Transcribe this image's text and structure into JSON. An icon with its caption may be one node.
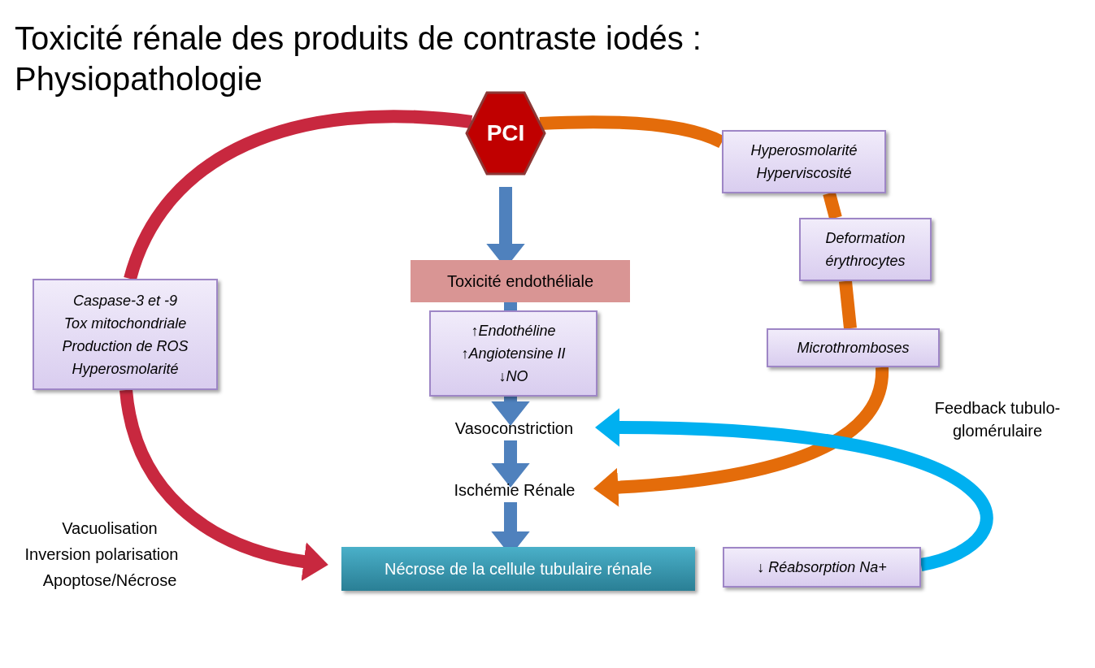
{
  "diagram": {
    "title": "Toxicité rénale des produits de contraste iodés : Physiopathologie",
    "nodes": [
      {
        "text": [
          "PCI"
        ]
      },
      {
        "text": [
          "Toxicité endothéliale"
        ]
      },
      {
        "text": [
          "↑Endothéline",
          "↑Angiotensine II",
          "↓NO"
        ]
      },
      {
        "text": [
          "Vasoconstriction"
        ]
      },
      {
        "text": [
          "Ischémie Rénale"
        ]
      },
      {
        "text": [
          "Nécrose de la cellule tubulaire rénale"
        ]
      },
      {
        "text": [
          "Caspase-3 et -9",
          "Tox mitochondriale",
          "Production de ROS",
          "Hyperosmolarité"
        ]
      },
      {
        "text": [
          "Hyperosmolarité",
          "Hyperviscosité"
        ]
      },
      {
        "text": [
          "Deformation érythrocytes"
        ]
      },
      {
        "text": [
          "Microthromboses"
        ]
      },
      {
        "text": [
          "↓ Réabsorption Na+"
        ]
      }
    ],
    "edges": [
      {
        "from": 0,
        "to": 1,
        "arrow": "to",
        "color": "#4f81bd"
      },
      {
        "from": 1,
        "to": 2,
        "arrow": "none",
        "color": "#4f81bd"
      },
      {
        "from": 2,
        "to": 3,
        "arrow": "to",
        "color": "#4f81bd"
      },
      {
        "from": 3,
        "to": 4,
        "arrow": "to",
        "color": "#4f81bd"
      },
      {
        "from": 4,
        "to": 5,
        "arrow": "to",
        "color": "#4f81bd"
      },
      {
        "from": 0,
        "to": 6,
        "arrow": "none",
        "color": "#c8283f"
      },
      {
        "from": 6,
        "to": 5,
        "arrow": "to",
        "color": "#c8283f"
      },
      {
        "from": 0,
        "to": 7,
        "arrow": "none",
        "color": "#e46c0a"
      },
      {
        "from": 7,
        "to": 8,
        "arrow": "none",
        "color": "#e46c0a"
      },
      {
        "from": 8,
        "to": 9,
        "arrow": "none",
        "color": "#e46c0a"
      },
      {
        "from": 9,
        "to": 4,
        "arrow": "to",
        "color": "#e46c0a"
      },
      {
        "from": 10,
        "to": 3,
        "arrow": "to",
        "color": "#00b0f0",
        "label": "Feedback tubulo-glomérulaire"
      }
    ],
    "labels": [
      "Vacuolisation",
      "Inversion polarisation",
      "Apoptose/Nécrose"
    ]
  }
}
